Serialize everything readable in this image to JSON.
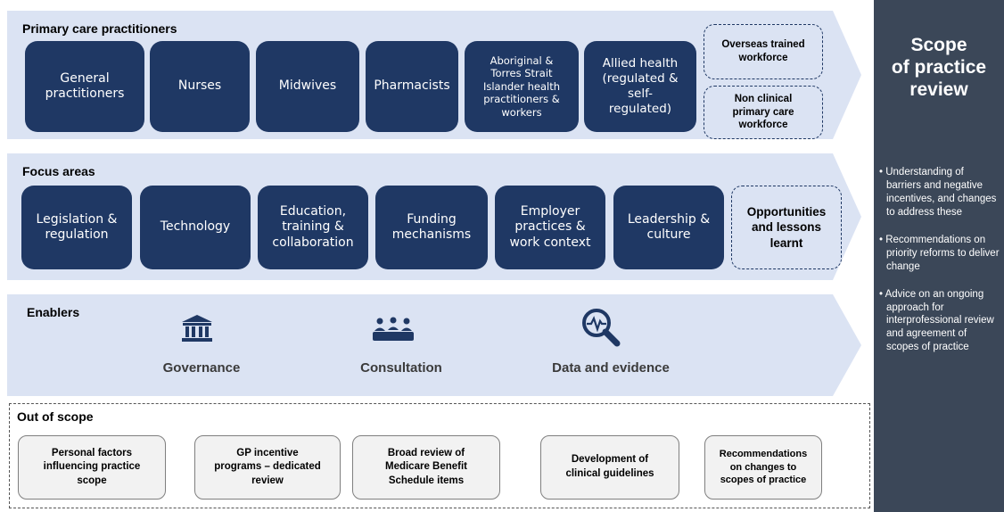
{
  "sections": {
    "primary": {
      "title": "Primary care practitioners",
      "items": [
        "General\npractitioners",
        "Nurses",
        "Midwives",
        "Pharmacists",
        "Aboriginal &\nTorres Strait\nIslander health\npractitioners &\nworkers",
        "Allied health\n(regulated &\nself-\nregulated)"
      ],
      "dashed": [
        "Overseas trained\nworkforce",
        "Non clinical\nprimary care\nworkforce"
      ]
    },
    "focus": {
      "title": "Focus areas",
      "items": [
        "Legislation &\nregulation",
        "Technology",
        "Education,\ntraining &\ncollaboration",
        "Funding\nmechanisms",
        "Employer\npractices &\nwork context",
        "Leadership &\nculture"
      ],
      "dashed": "Opportunities\nand lessons\nlearnt"
    },
    "enablers": {
      "title": "Enablers",
      "items": [
        {
          "label": "Governance",
          "icon": "government-building-icon"
        },
        {
          "label": "Consultation",
          "icon": "people-group-icon"
        },
        {
          "label": "Data and evidence",
          "icon": "magnifier-pulse-icon"
        }
      ]
    },
    "out_of_scope": {
      "title": "Out of scope",
      "items": [
        "Personal factors\ninfluencing practice\nscope",
        "GP incentive\nprograms – dedicated\nreview",
        "Broad review of\nMedicare Benefit\nSchedule items",
        "Development of\nclinical guidelines",
        "Recommendations\non changes to\nscopes of practice"
      ]
    }
  },
  "panel": {
    "title": "Scope\nof practice\nreview",
    "bullets": [
      "Understanding of barriers and negative incentives, and changes to address these",
      "Recommendations on priority reforms to deliver change",
      "Advice on an ongoing approach for interprofessional review and agreement of scopes of practice"
    ]
  },
  "colors": {
    "band": "#dbe3f3",
    "pill": "#1f3864",
    "panel": "#3b4758",
    "card": "#f2f2f2"
  }
}
